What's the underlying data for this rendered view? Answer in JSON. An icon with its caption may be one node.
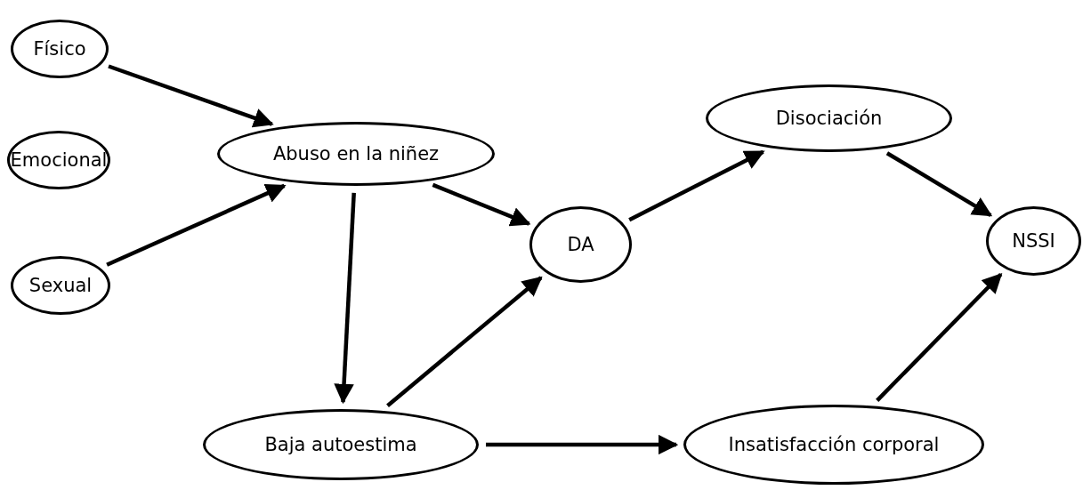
{
  "diagram": {
    "nodes": [
      {
        "text": [
          "Físico"
        ]
      },
      {
        "text": [
          "Emocional"
        ]
      },
      {
        "text": [
          "Sexual"
        ]
      },
      {
        "text": [
          "Abuso en la niñez"
        ]
      },
      {
        "text": [
          "Baja autoestima"
        ]
      },
      {
        "text": [
          "DA"
        ]
      },
      {
        "text": [
          "Disociación"
        ]
      },
      {
        "text": [
          "Insatisfacción corporal"
        ]
      },
      {
        "text": [
          "NSSI"
        ]
      }
    ],
    "edges": [
      {
        "from": 0,
        "to": 3,
        "arrow": "to"
      },
      {
        "from": 2,
        "to": 3,
        "arrow": "to"
      },
      {
        "from": 3,
        "to": 4,
        "arrow": "to"
      },
      {
        "from": 3,
        "to": 5,
        "arrow": "to"
      },
      {
        "from": 4,
        "to": 5,
        "arrow": "to"
      },
      {
        "from": 5,
        "to": 6,
        "arrow": "to"
      },
      {
        "from": 6,
        "to": 8,
        "arrow": "to"
      },
      {
        "from": 4,
        "to": 7,
        "arrow": "to"
      },
      {
        "from": 7,
        "to": 8,
        "arrow": "to"
      }
    ]
  }
}
